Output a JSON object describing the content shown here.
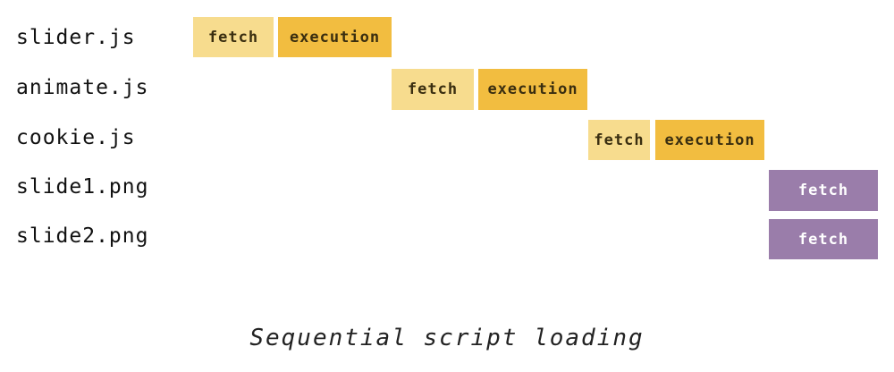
{
  "rows": [
    {
      "label": "slider.js",
      "phases": [
        {
          "label": "fetch",
          "kind": "fetch-script"
        },
        {
          "label": "execution",
          "kind": "exec-script"
        }
      ]
    },
    {
      "label": "animate.js",
      "phases": [
        {
          "label": "fetch",
          "kind": "fetch-script"
        },
        {
          "label": "execution",
          "kind": "exec-script"
        }
      ]
    },
    {
      "label": "cookie.js",
      "phases": [
        {
          "label": "fetch",
          "kind": "fetch-script"
        },
        {
          "label": "execution",
          "kind": "exec-script"
        }
      ]
    },
    {
      "label": "slide1.png",
      "phases": [
        {
          "label": "fetch",
          "kind": "fetch-image"
        }
      ]
    },
    {
      "label": "slide2.png",
      "phases": [
        {
          "label": "fetch",
          "kind": "fetch-image"
        }
      ]
    }
  ],
  "caption": "Sequential script loading",
  "colors": {
    "script_fetch": "#f7dc8e",
    "script_execution": "#f2bd40",
    "image_fetch": "#9a7daa"
  }
}
